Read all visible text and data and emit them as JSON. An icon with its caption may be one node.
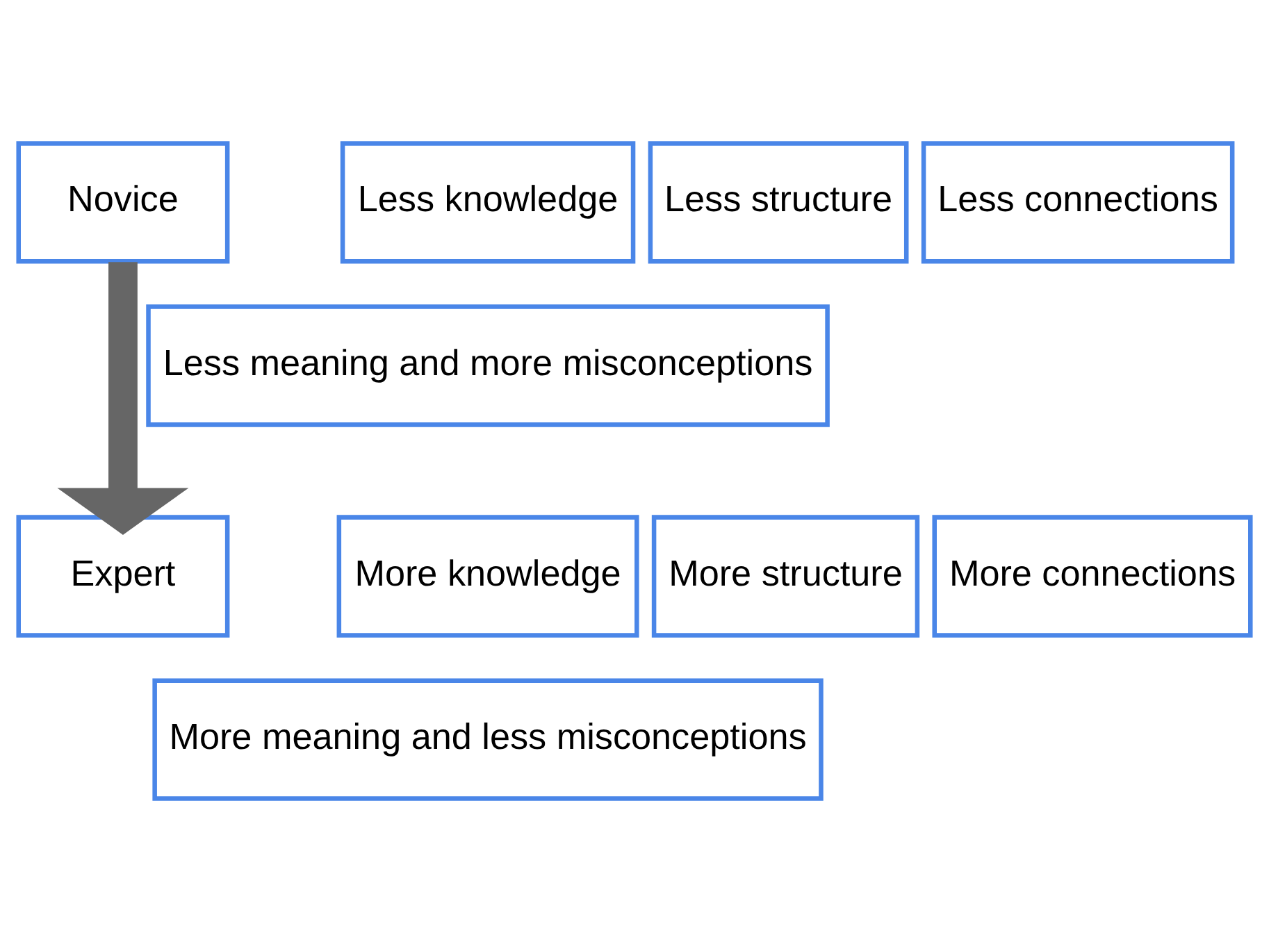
{
  "diagram": {
    "nodes": [
      {
        "text": [
          "Novice"
        ]
      },
      {
        "text": [
          "Less knowledge"
        ]
      },
      {
        "text": [
          "Less structure"
        ]
      },
      {
        "text": [
          "Less connections"
        ]
      },
      {
        "text": [
          "Less meaning and more misconceptions"
        ]
      },
      {
        "text": [
          "Expert"
        ]
      },
      {
        "text": [
          "More knowledge"
        ]
      },
      {
        "text": [
          "More structure"
        ]
      },
      {
        "text": [
          "More connections"
        ]
      },
      {
        "text": [
          "More meaning and less misconceptions"
        ]
      }
    ],
    "edges": [
      {
        "from": 0,
        "to": 5,
        "arrow": "to"
      }
    ]
  }
}
